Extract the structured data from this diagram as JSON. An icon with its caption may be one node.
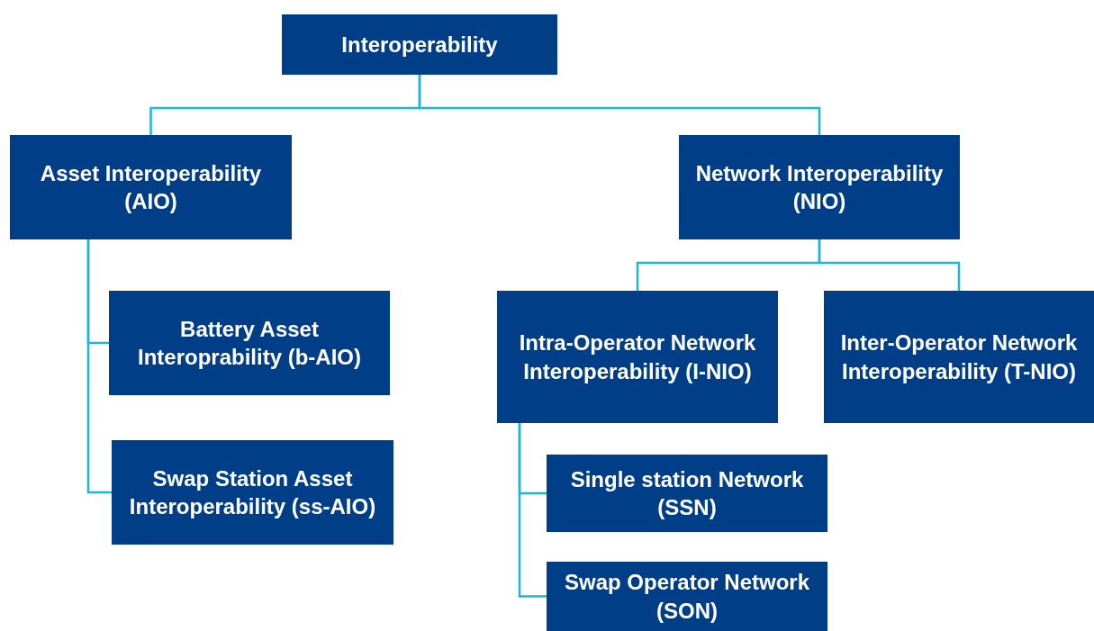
{
  "diagram": {
    "nodes": [
      {
        "text": [
          "Interoperability"
        ]
      },
      {
        "text": [
          "Asset Interoperability (AIO)"
        ]
      },
      {
        "text": [
          "Network Interoperability (NIO)"
        ]
      },
      {
        "text": [
          "Battery Asset Interoprability (b-AIO)"
        ]
      },
      {
        "text": [
          "Swap Station Asset Interoperability (ss-AIO)"
        ]
      },
      {
        "text": [
          "Intra-Operator Network Interoperability (I-NIO)"
        ]
      },
      {
        "text": [
          "Inter-Operator Network Interoperability (T-NIO)"
        ]
      },
      {
        "text": [
          "Single station Network (SSN)"
        ]
      },
      {
        "text": [
          "Swap Operator Network (SON)"
        ]
      }
    ],
    "edges": [
      {
        "from": 0,
        "to": 1,
        "arrow": "none"
      },
      {
        "from": 0,
        "to": 2,
        "arrow": "none"
      },
      {
        "from": 1,
        "to": 3,
        "arrow": "none"
      },
      {
        "from": 1,
        "to": 4,
        "arrow": "none"
      },
      {
        "from": 2,
        "to": 5,
        "arrow": "none"
      },
      {
        "from": 2,
        "to": 6,
        "arrow": "none"
      },
      {
        "from": 5,
        "to": 7,
        "arrow": "none"
      },
      {
        "from": 5,
        "to": 8,
        "arrow": "none"
      }
    ]
  }
}
